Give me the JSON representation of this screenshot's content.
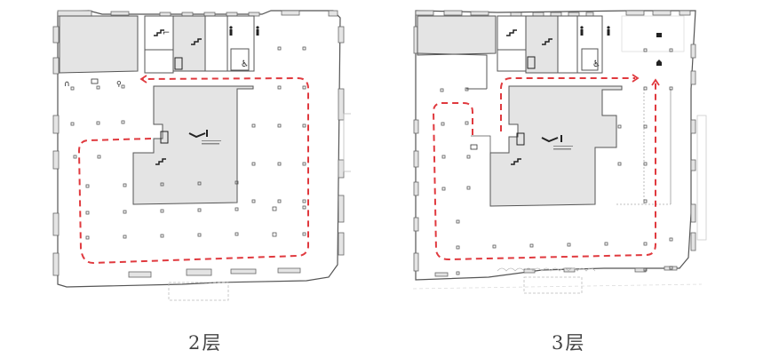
{
  "figure": {
    "floors": [
      {
        "id": "floor-2",
        "label": "2层",
        "icons": [
          "audio-guide-icon",
          "ticket-icon",
          "info-desk-icon",
          "stairs-icon",
          "elevator-icon",
          "male-restroom-icon",
          "female-restroom-icon",
          "accessible-restroom-icon",
          "museum-logo-icon"
        ],
        "route": {
          "color": "#e0393e",
          "style": "dashed",
          "direction": "counter-clockwise loop ending at left corridor"
        }
      },
      {
        "id": "floor-3",
        "label": "3层",
        "icons": [
          "stairs-icon",
          "elevator-icon",
          "male-restroom-icon",
          "female-restroom-icon",
          "accessible-restroom-icon",
          "cafe-icon",
          "shop-icon",
          "ticket-icon",
          "museum-logo-icon"
        ],
        "route": {
          "color": "#e0393e",
          "style": "dashed",
          "direction": "loop ending at arrows near cafe/shop"
        }
      }
    ],
    "colors": {
      "wall": "#555555",
      "core_fill": "#e4e4e4",
      "route": "#e0393e",
      "label": "#444444"
    }
  }
}
